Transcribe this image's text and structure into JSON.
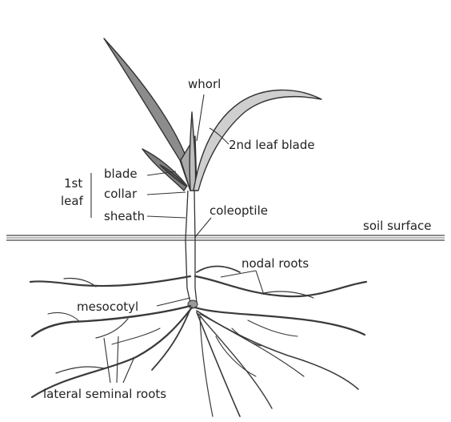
{
  "labels": {
    "whorl": "whorl",
    "second_leaf_blade": "2nd leaf blade",
    "first": "1st",
    "leaf": "leaf",
    "blade": "blade",
    "collar": "collar",
    "sheath": "sheath",
    "coleoptile": "coleoptile",
    "soil_surface": "soil surface",
    "nodal_roots": "nodal roots",
    "mesocotyl": "mesocotyl",
    "lateral_seminal_roots": "lateral seminal roots"
  },
  "colors": {
    "leaf_fill": "#8c8c8c",
    "leaf_light": "#bdbdbd",
    "ink": "#333333"
  }
}
